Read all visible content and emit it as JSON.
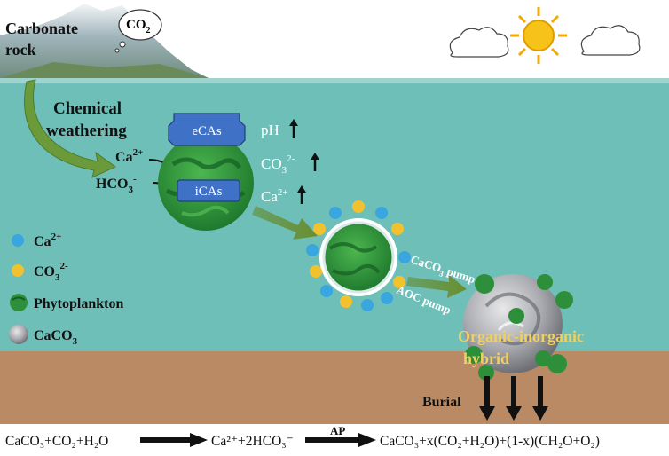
{
  "labels": {
    "carbonate_rock_1": "Carbonate",
    "carbonate_rock_2": "rock",
    "co2_cloud": "CO",
    "co2_cloud_sub": "2",
    "chem_weathering_1": "Chemical",
    "chem_weathering_2": "weathering",
    "ca_ion": "Ca",
    "ca_ion_sup": "2+",
    "hco3_ion": "HCO",
    "hco3_ion_sub": "3",
    "hco3_ion_sup": "-",
    "ecas": "eCAs",
    "icas": "iCAs",
    "ph": "pH",
    "co3": "CO",
    "co3_sub": "3",
    "co3_sup": "2-",
    "ca_up": "Ca",
    "ca_up_sup": "2+",
    "caco3_pump": "CaCO",
    "caco3_pump_sub": "3",
    "caco3_pump_tail": " pump",
    "aoc_pump": "AOC pump",
    "hybrid_1": "Organic-inorganic",
    "hybrid_2": "hybrid",
    "burial": "Burial"
  },
  "legend": [
    {
      "key": "ca",
      "text": "Ca",
      "sup": "2+",
      "sub": ""
    },
    {
      "key": "co3",
      "text": "CO",
      "sup": "2-",
      "sub": "3"
    },
    {
      "key": "phyto",
      "text": "Phytoplankton",
      "sup": "",
      "sub": ""
    },
    {
      "key": "caco3",
      "text": "CaCO",
      "sup": "",
      "sub": "3"
    }
  ],
  "equation": {
    "left": "CaCO₃+CO₂+H₂O",
    "middle": "Ca²⁺+2HCO₃⁻",
    "arrow_label": "AP",
    "right": "CaCO₃+x(CO₂+H₂O)+(1-x)(CH₂O+O₂)"
  },
  "colors": {
    "sky": "#ffffff",
    "sea": "#6fbfb9",
    "sea_light": "#7cc7c0",
    "sediment": "#b98a63",
    "phyto_green": "#2e8f3a",
    "enzyme_blue": "#3f72c6",
    "ca_dot": "#3aa6e0",
    "co3_dot": "#f2c12e",
    "hybrid_text": "#f0d060",
    "arrow_green": "#6b8e2f"
  }
}
